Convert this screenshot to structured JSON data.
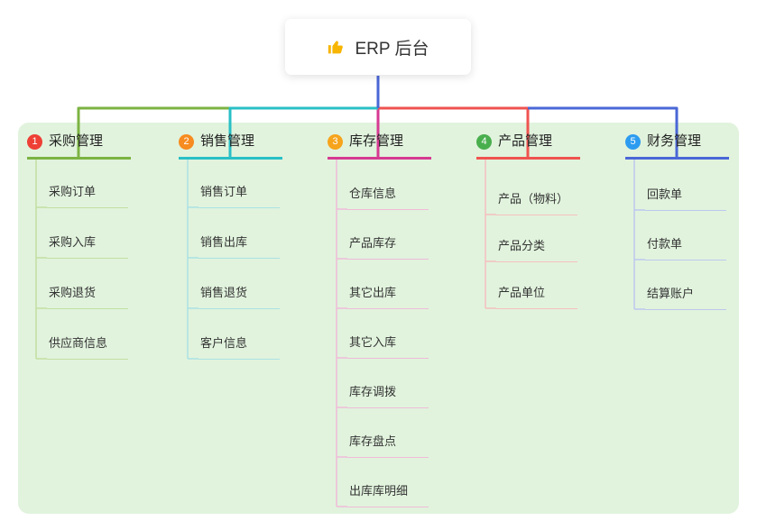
{
  "root": {
    "label": "ERP 后台",
    "icon": "thumbs-up-icon",
    "icon_color": "#f7b500"
  },
  "canvas": {
    "panel_color": "#e1f3dd",
    "trunk_color": "#4a67d6"
  },
  "branches": [
    {
      "badge": "1",
      "label": "采购管理",
      "badge_color": "#ee4035",
      "line_color": "#7cb342",
      "light_color": "#c3dfa2",
      "children": [
        "采购订单",
        "采购入库",
        "采购退货",
        "供应商信息"
      ]
    },
    {
      "badge": "2",
      "label": "销售管理",
      "badge_color": "#f78b1f",
      "line_color": "#29bfc6",
      "light_color": "#abe2e4",
      "children": [
        "销售订单",
        "销售出库",
        "销售退货",
        "客户信息"
      ]
    },
    {
      "badge": "3",
      "label": "库存管理",
      "badge_color": "#f6a41c",
      "line_color": "#d63a92",
      "light_color": "#efbbd9",
      "children": [
        "仓库信息",
        "产品库存",
        "其它出库",
        "其它入库",
        "库存调拨",
        "库存盘点",
        "出库库明细"
      ]
    },
    {
      "badge": "4",
      "label": "产品管理",
      "badge_color": "#49af4d",
      "line_color": "#ef5350",
      "light_color": "#f6c0be",
      "children": [
        "产品（物料）",
        "产品分类",
        "产品单位"
      ]
    },
    {
      "badge": "5",
      "label": "财务管理",
      "badge_color": "#2d9cf0",
      "line_color": "#4a67d6",
      "light_color": "#bdc8ee",
      "children": [
        "回款单",
        "付款单",
        "结算账户"
      ]
    }
  ]
}
